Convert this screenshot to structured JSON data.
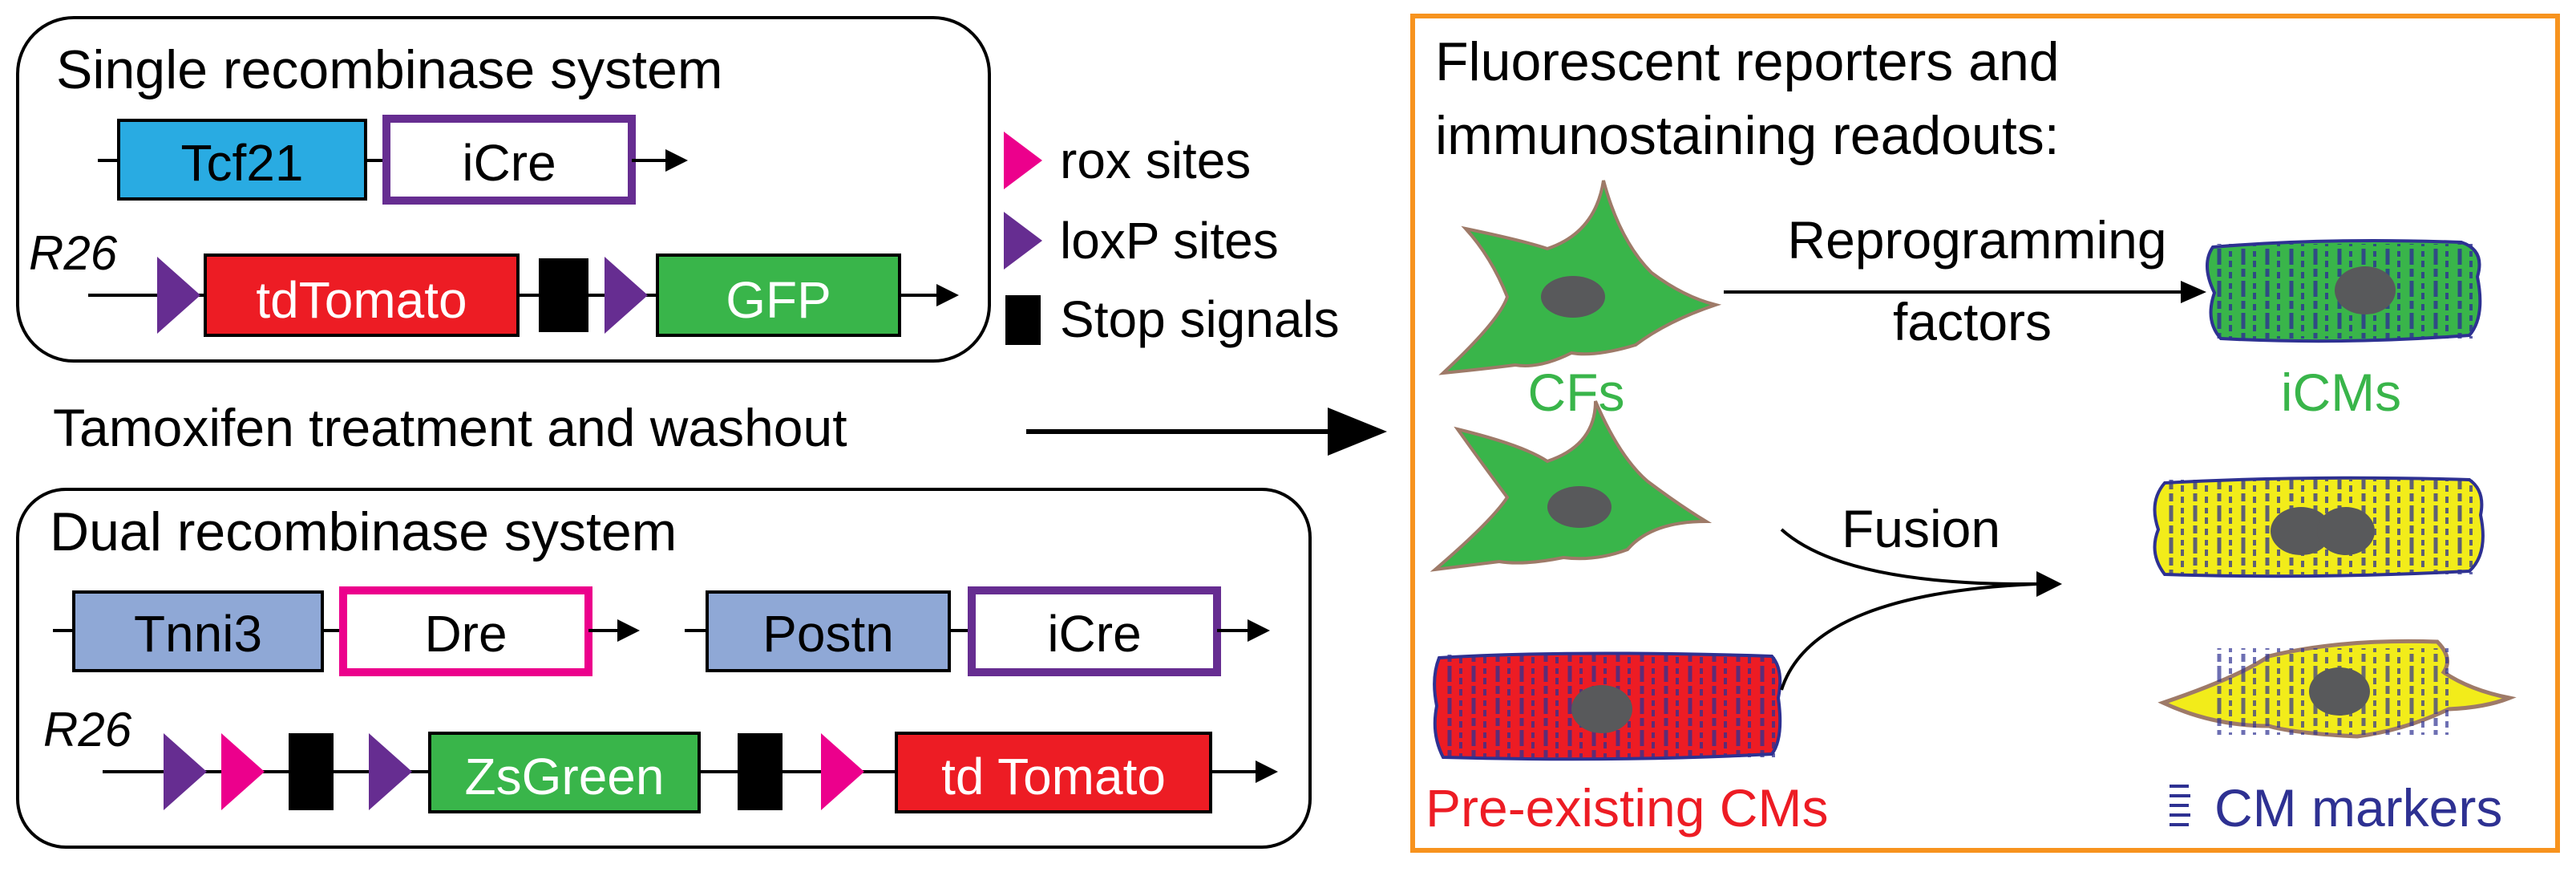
{
  "single_system": {
    "title": "Single recombinase system",
    "promoter": "Tcf21",
    "recombinase": "iCre",
    "locus": "R26",
    "reporter1": "tdTomato",
    "reporter2": "GFP"
  },
  "legend": {
    "rox": "rox sites",
    "loxp": "loxP sites",
    "stop": "Stop signals"
  },
  "treatment": "Tamoxifen treatment and washout",
  "dual_system": {
    "title": "Dual recombinase system",
    "promoter1": "Tnni3",
    "recombinase1": "Dre",
    "promoter2": "Postn",
    "recombinase2": "iCre",
    "locus": "R26",
    "reporter1": "ZsGreen",
    "reporter2": "td Tomato"
  },
  "readouts": {
    "title_line1": "Fluorescent reporters and",
    "title_line2": "immunostaining readouts:",
    "reprog_line1": "Reprogramming",
    "reprog_line2": "factors",
    "fusion": "Fusion",
    "cfs": "CFs",
    "icms": "iCMs",
    "preexisting": "Pre-existing CMs",
    "cm_markers": "CM markers"
  },
  "colors": {
    "tcf21": "#29abe2",
    "icre_border": "#662d91",
    "tdtomato": "#ed1c24",
    "gfp": "#39b54a",
    "tnni3": "#8fa8d6",
    "dre_border": "#ec008c",
    "rox": "#ec008c",
    "loxp": "#662d91",
    "panel_border": "#f7931e",
    "cf_fill": "#39b54a",
    "nucleus": "#58595b",
    "cm_red": "#ed1c24",
    "fused_yellow": "#f2ec1a",
    "striation_blue": "#2e3192",
    "cfs_text": "#39b54a",
    "pre_text": "#ed1c24",
    "marker_text": "#2e3192"
  }
}
